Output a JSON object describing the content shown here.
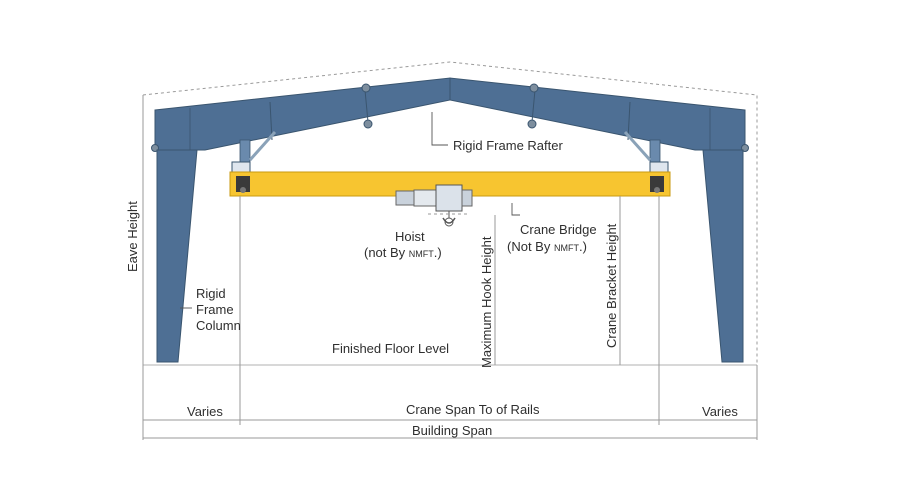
{
  "labels": {
    "rafter": "Rigid Frame Rafter",
    "crane_bridge_line1": "Crane Bridge",
    "crane_bridge_line2_prefix": "(Not By ",
    "crane_bridge_line2_brand": "NMFT",
    "crane_bridge_line2_suffix": ".)",
    "hoist_line1": "Hoist",
    "hoist_line2_prefix": "(not By ",
    "hoist_line2_brand": "NMFT",
    "hoist_line2_suffix": ".)",
    "column_line1": "Rigid",
    "column_line2": "Frame",
    "column_line3": "Column",
    "finished_floor": "Finished Floor Level",
    "eave_height": "Eave Height",
    "max_hook_height": "Maximum Hook Height",
    "crane_bracket_height": "Crane Bracket Height",
    "varies_left": "Varies",
    "varies_right": "Varies",
    "crane_span": "Crane Span To of Rails",
    "building_span": "Building Span"
  },
  "colors": {
    "steel": "#4e6f94",
    "crane_yellow": "#f7c530",
    "dimension_lines": "#9a9a9a"
  }
}
